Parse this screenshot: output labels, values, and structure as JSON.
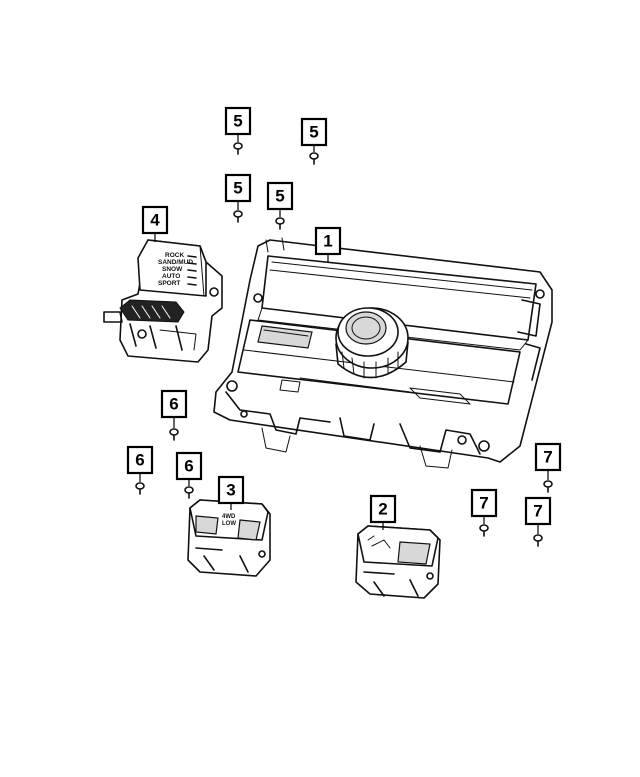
{
  "callouts": {
    "c1": "1",
    "c2": "2",
    "c3": "3",
    "c4": "4",
    "c5a": "5",
    "c5b": "5",
    "c5c": "5",
    "c5d": "5",
    "c6a": "6",
    "c6b": "6",
    "c6c": "6",
    "c7a": "7",
    "c7b": "7",
    "c7c": "7"
  },
  "terrain_selector": {
    "modes": [
      "ROCK",
      "SAND/MUD",
      "SNOW",
      "AUTO",
      "SPORT"
    ]
  },
  "switch_3": {
    "line1": "4WD",
    "line2": "LOW"
  }
}
